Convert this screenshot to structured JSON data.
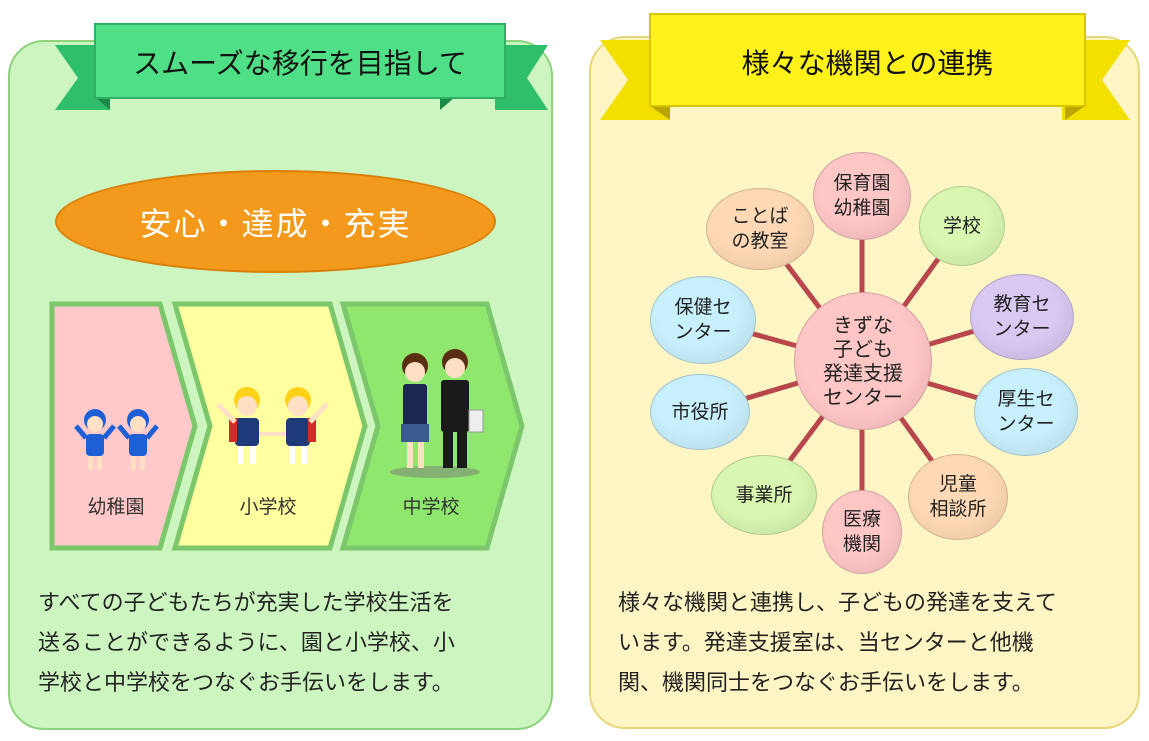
{
  "left_panel": {
    "ribbon_title": "スムーズな移行を目指して",
    "oval_text": "安心・達成・充実",
    "stages": [
      "幼稚園",
      "小学校",
      "中学校"
    ],
    "description_lines": [
      "すべての子どもたちが充実した学校生活を",
      "送ることができるように、園と小学校、小",
      "学校と中学校をつなぐお手伝いをします。"
    ],
    "colors": {
      "panel": "#ccf5c0",
      "ribbon": "#4fdf86",
      "oval": "#f39a1c",
      "stage1": "#ffc9c9",
      "stage2": "#ffffa0",
      "stage3": "#8fe76e"
    }
  },
  "right_panel": {
    "ribbon_title": "様々な機関との連携",
    "center_node": "きずな\n子ども\n発達支援\nセンター",
    "nodes": [
      "保育園\n幼稚園",
      "学校",
      "教育セ\nンター",
      "厚生セ\nンター",
      "児童\n相談所",
      "医療\n機関",
      "事業所",
      "市役所",
      "保健セ\nンター",
      "ことば\nの教室"
    ],
    "description_lines": [
      "様々な機関と連携し、子どもの発達を支えて",
      "います。発達支援室は、当センターと他機",
      "関、機関同士をつなぐお手伝いをします。"
    ],
    "colors": {
      "panel": "#fdf6c4",
      "ribbon": "#fff21a",
      "spoke": "#b8464d"
    }
  }
}
